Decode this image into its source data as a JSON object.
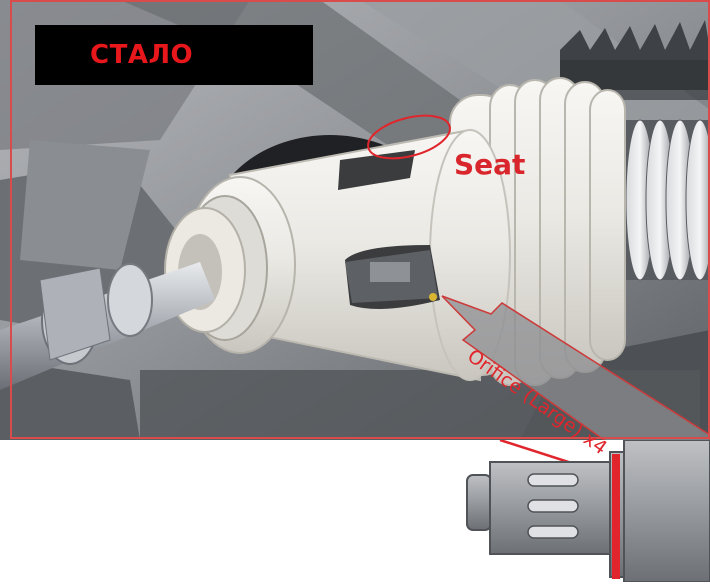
{
  "badge": {
    "text": "СТАЛО"
  },
  "labels": {
    "seat": "Seat",
    "orifice": "Orifice (Large) x4"
  },
  "colors": {
    "highlight_red": "#e0262c",
    "background_gray": "#8a8c90",
    "valve_white": "#ecebe7"
  }
}
